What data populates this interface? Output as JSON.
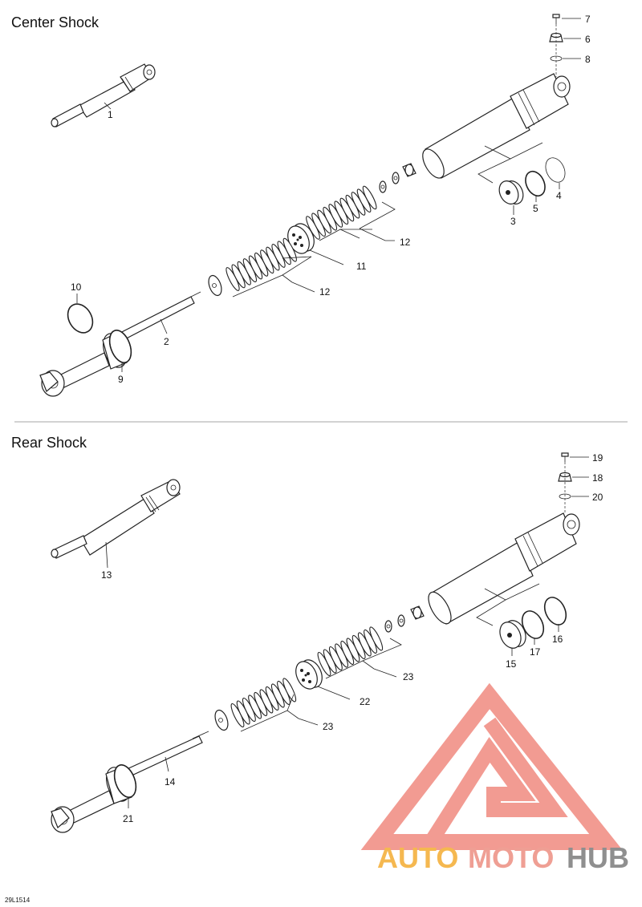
{
  "sections": {
    "center": {
      "title": "Center Shock"
    },
    "rear": {
      "title": "Rear Shock"
    }
  },
  "callouts": {
    "c1": "1",
    "c2": "2",
    "c3": "3",
    "c4": "4",
    "c5": "5",
    "c6": "6",
    "c7": "7",
    "c8": "8",
    "c9": "9",
    "c10": "10",
    "c11": "11",
    "c12a": "12",
    "c12b": "12",
    "c13": "13",
    "c14": "14",
    "c15": "15",
    "c16": "16",
    "c17": "17",
    "c18": "18",
    "c19": "19",
    "c20": "20",
    "c21": "21",
    "c22": "22",
    "c23a": "23",
    "c23b": "23"
  },
  "figure_ref": "29L1514",
  "watermark": {
    "word_part1": "AUTO",
    "word_part2": "MOTO",
    "word_part3": "HUB",
    "colors": {
      "auto": "#f5b850",
      "moto": "#ef9f94",
      "hub": "#8f8f8f",
      "logo": "#f08a80"
    }
  }
}
